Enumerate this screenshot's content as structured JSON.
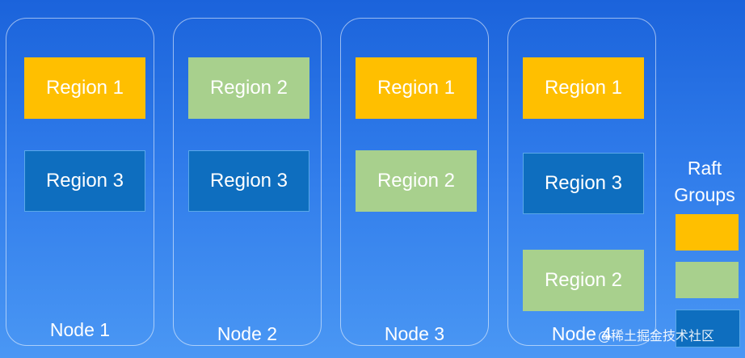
{
  "colors": {
    "group_1": "#ffbf00",
    "group_2": "#a8d08d",
    "group_3": "#0e6ebf"
  },
  "nodes": [
    {
      "label": "Node 1",
      "regions": [
        "Region 1",
        "Region 3"
      ]
    },
    {
      "label": "Node 2",
      "regions": [
        "Region 2",
        "Region 3"
      ]
    },
    {
      "label": "Node 3",
      "regions": [
        "Region 1",
        "Region 2"
      ]
    },
    {
      "label": "Node 4",
      "regions": [
        "Region 1",
        "Region 3",
        "Region 2"
      ]
    }
  ],
  "legend": {
    "title": "Raft Groups"
  },
  "watermark": "@稀土掘金技术社区"
}
